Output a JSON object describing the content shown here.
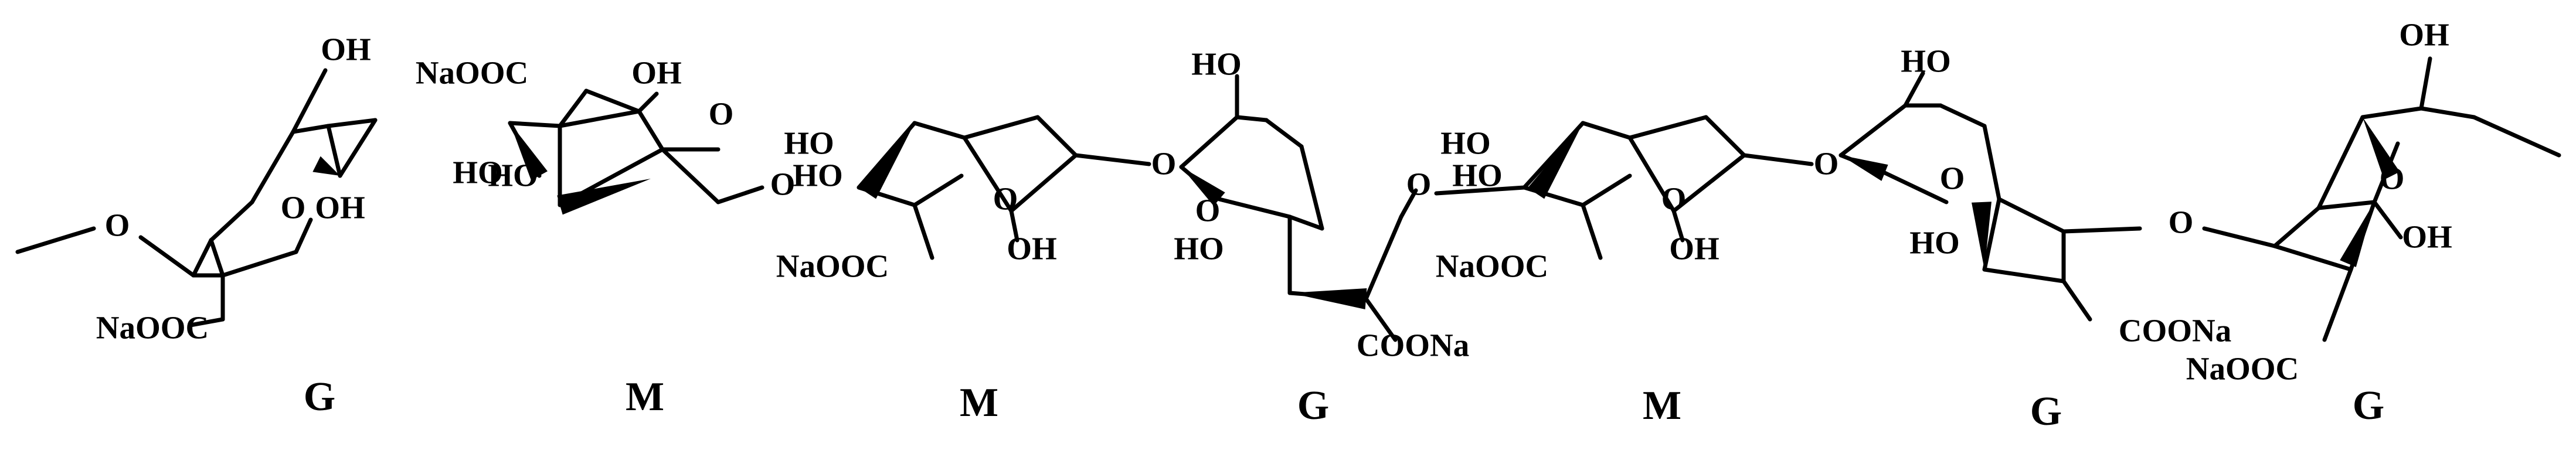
{
  "units": [
    "G",
    "M",
    "M",
    "G",
    "M",
    "G",
    "G"
  ],
  "labels": {
    "oh": "OH",
    "ho": "HO",
    "o": "O",
    "naooc": "NaOOC",
    "coona": "COONa"
  },
  "colors": {
    "ink": "#000000",
    "background": "#ffffff"
  }
}
